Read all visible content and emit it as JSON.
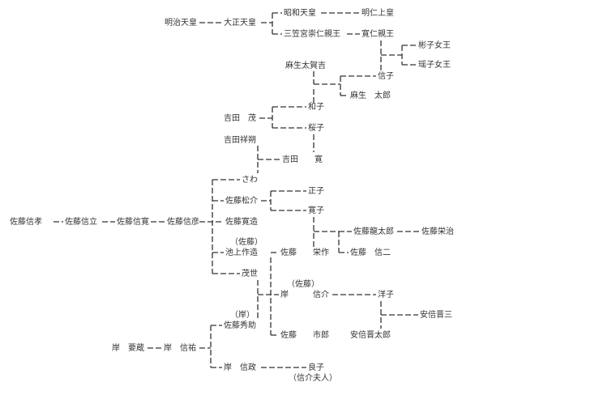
{
  "people": {
    "meiji": "明治天皇",
    "taisho": "大正天皇",
    "showa": "昭和天皇",
    "akihito": "明仁上皇",
    "mikasa": "三笠宮崇仁親王",
    "tomohito": "寛仁親王",
    "akiko": "彬子女王",
    "yoko": "瑶子女王",
    "aso_takakichi": "麻生太賀吉",
    "nobuko": "信子",
    "aso_taro": "麻生　太郎",
    "kazuko": "和子",
    "yoshida_shigeru": "吉田　茂",
    "sakurako": "桜子",
    "yoshida_shosaku": "吉田祥朔",
    "yoshida_kan": "吉田　　寛",
    "sawa": "さわ",
    "matsusuke": "佐藤松介",
    "masako": "正子",
    "hiroko": "寛子",
    "nobutaka": "佐藤信孝",
    "nobutatsu": "佐藤信立",
    "nobuhiro": "佐藤信寛",
    "nobuhiko": "佐藤信彦",
    "kanzo": "佐藤寛造",
    "ryutaro": "佐藤龍太郎",
    "eiji": "佐藤栄治",
    "sato_paren1": "（佐藤）",
    "ikegami": "池上作造",
    "eisaku": "佐藤　　栄作",
    "shinji": "佐藤　信二",
    "moyo": "茂世",
    "sato_paren2": "（佐藤）",
    "kishi_nobusuke": "岸　　　信介",
    "yoko_daughter": "洋子",
    "abe_shinzo": "安倍晋三",
    "abe_shintaro": "安倍晋太郎",
    "kishi_paren": "（岸）",
    "hidesuke": "佐藤秀助",
    "ichiro": "佐藤　　市郎",
    "kaname": "岸　要蔵",
    "kishi_nobusuke2": "岸　信祐",
    "kishi_nobumasa": "岸　信政",
    "yoshiko": "良子",
    "yoshiko_note": "（信介夫人）"
  }
}
